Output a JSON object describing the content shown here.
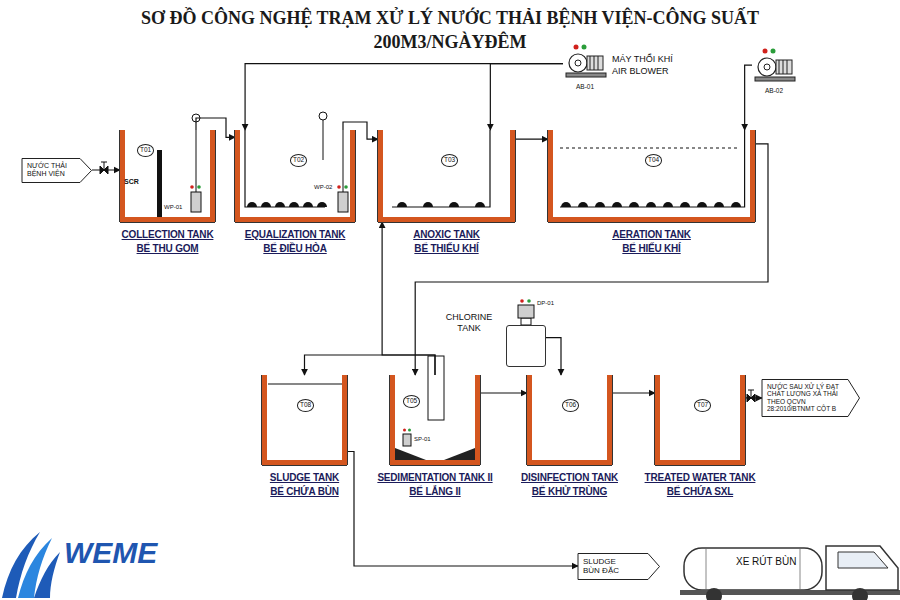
{
  "diagram": {
    "title": "SƠ ĐỒ CÔNG NGHỆ TRẠM XỬ LÝ NƯỚC THẢI BỆNH VIỆN-CÔNG SUẤT 200M3/NGÀYĐÊM",
    "nodes": [
      {
        "text": [
          "NƯỚC THẢI BỆNH VIỆN"
        ]
      },
      {
        "text": [
          "T01",
          "COLLECTION TANK",
          "BỂ THU GOM"
        ]
      },
      {
        "text": [
          "T02",
          "EQUALIZATION TANK",
          "BỂ ĐIỀU HÒA"
        ]
      },
      {
        "text": [
          "T03",
          "ANOXIC TANK",
          "BỂ THIẾU KHÍ"
        ]
      },
      {
        "text": [
          "T04",
          "AERATION TANK",
          "BỂ HIẾU KHÍ"
        ]
      },
      {
        "text": [
          "AB-01"
        ]
      },
      {
        "text": [
          "AB-02"
        ]
      },
      {
        "text": [
          "CHLORINE TANK"
        ]
      },
      {
        "text": [
          "T08",
          "SLUDGE TANK",
          "BỂ CHỨA BÙN"
        ]
      },
      {
        "text": [
          "T05",
          "SEDIMENTATION TANK II",
          "BỂ LẮNG II"
        ]
      },
      {
        "text": [
          "T06",
          "DISINFECTION TANK",
          "BỂ KHỬ TRÙNG"
        ]
      },
      {
        "text": [
          "T07",
          "TREATED WATER TANK",
          "BỂ CHỨA SXL"
        ]
      },
      {
        "text": [
          "NƯỚC SAU XỬ LÝ ĐẠT CHẤT LƯỢNG XẢ THẢI THEO QCVN 28:2010/BTNMT CỘT B"
        ]
      },
      {
        "text": [
          "SLUDGE",
          "BÙN ĐẶC"
        ]
      },
      {
        "text": [
          "XE RÚT BÙN"
        ]
      }
    ],
    "edges": [
      {
        "from": 0,
        "to": 1,
        "arrow": "to"
      },
      {
        "from": 1,
        "to": 2,
        "arrow": "to"
      },
      {
        "from": 2,
        "to": 3,
        "arrow": "to"
      },
      {
        "from": 3,
        "to": 4,
        "arrow": "to"
      },
      {
        "from": 5,
        "to": 2,
        "arrow": "to"
      },
      {
        "from": 5,
        "to": 3,
        "arrow": "to"
      },
      {
        "from": 6,
        "to": 4,
        "arrow": "to"
      },
      {
        "from": 4,
        "to": 9,
        "arrow": "to"
      },
      {
        "from": 9,
        "to": 3,
        "arrow": "to"
      },
      {
        "from": 9,
        "to": 8,
        "arrow": "to"
      },
      {
        "from": 9,
        "to": 10,
        "arrow": "to"
      },
      {
        "from": 7,
        "to": 10,
        "arrow": "to"
      },
      {
        "from": 10,
        "to": 11,
        "arrow": "to"
      },
      {
        "from": 11,
        "to": 12,
        "arrow": "to"
      },
      {
        "from": 8,
        "to": 13,
        "arrow": "to"
      }
    ],
    "labels": [
      "MÁY THỔI KHÍ",
      "AIR BLOWER",
      "SCR",
      "WP-01",
      "WP-02",
      "SP-01",
      "DP-01",
      "WEME"
    ]
  }
}
